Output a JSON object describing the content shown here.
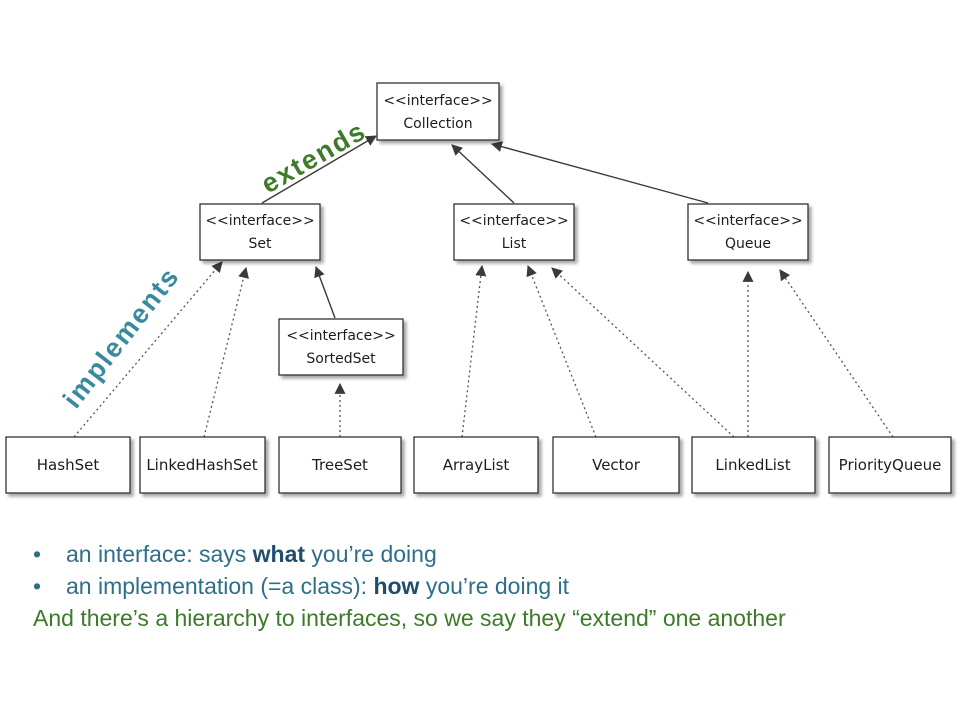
{
  "interfaces": {
    "collection": {
      "stereotype": "<<interface>>",
      "name": "Collection"
    },
    "set": {
      "stereotype": "<<interface>>",
      "name": "Set"
    },
    "list": {
      "stereotype": "<<interface>>",
      "name": "List"
    },
    "queue": {
      "stereotype": "<<interface>>",
      "name": "Queue"
    },
    "sortedset": {
      "stereotype": "<<interface>>",
      "name": "SortedSet"
    }
  },
  "classes": {
    "hashset": "HashSet",
    "linkedhashset": "LinkedHashSet",
    "treeset": "TreeSet",
    "arraylist": "ArrayList",
    "vector": "Vector",
    "linkedlist": "LinkedList",
    "priorityqueue": "PriorityQueue"
  },
  "labels": {
    "extends": "extends",
    "implements": "implements"
  },
  "colors": {
    "extends_label": "#3d7a2a",
    "implements_label": "#3a8a9e",
    "bullet_text": "#2e6e8a",
    "body_text": "#3d7a2a"
  },
  "notes": {
    "bullet1": {
      "pre": "an interface: says ",
      "bold": "what",
      "post": " you’re doing"
    },
    "bullet2": {
      "pre": "an implementation (=a class): ",
      "bold": "how",
      "post": " you’re doing it"
    },
    "paragraph": "And there’s a hierarchy to interfaces, so we say they “extend” one another"
  }
}
